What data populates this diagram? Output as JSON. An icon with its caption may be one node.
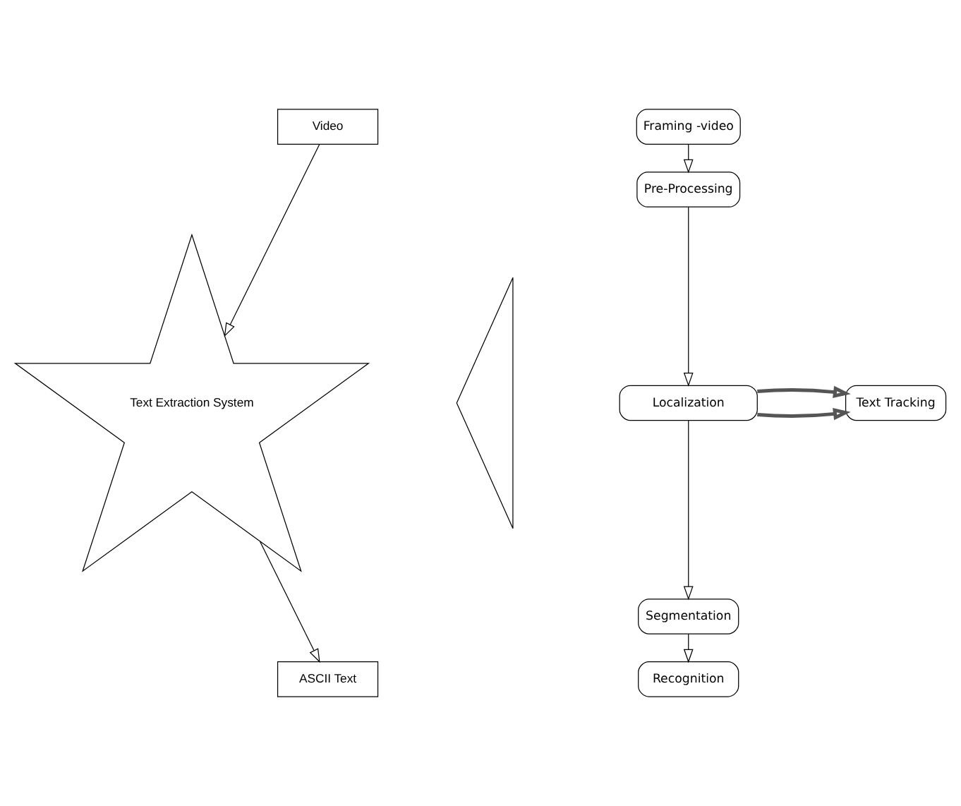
{
  "diagram": {
    "nodes": [
      {
        "text": [
          "Video"
        ]
      },
      {
        "text": [
          "Text Extraction System"
        ]
      },
      {
        "text": [
          "ASCII Text"
        ]
      },
      {
        "text": [],
        "shape": "triangle"
      },
      {
        "text": [
          "Framing -video"
        ]
      },
      {
        "text": [
          "Pre-Processing"
        ]
      },
      {
        "text": [
          "Localization"
        ]
      },
      {
        "text": [
          "Segmentation"
        ]
      },
      {
        "text": [
          "Recognition"
        ]
      },
      {
        "text": [
          "Text Tracking"
        ]
      }
    ],
    "edges": [
      {
        "from": 0,
        "to": 1,
        "arrow": "to"
      },
      {
        "from": 1,
        "to": 2,
        "arrow": "to"
      },
      {
        "from": 4,
        "to": 5,
        "arrow": "to"
      },
      {
        "from": 5,
        "to": 6,
        "arrow": "to"
      },
      {
        "from": 6,
        "to": 7,
        "arrow": "to"
      },
      {
        "from": 7,
        "to": 8,
        "arrow": "to"
      },
      {
        "from": 6,
        "to": 9,
        "arrow": "to",
        "style": "thick"
      },
      {
        "from": 6,
        "to": 9,
        "arrow": "to",
        "style": "thick"
      }
    ]
  }
}
